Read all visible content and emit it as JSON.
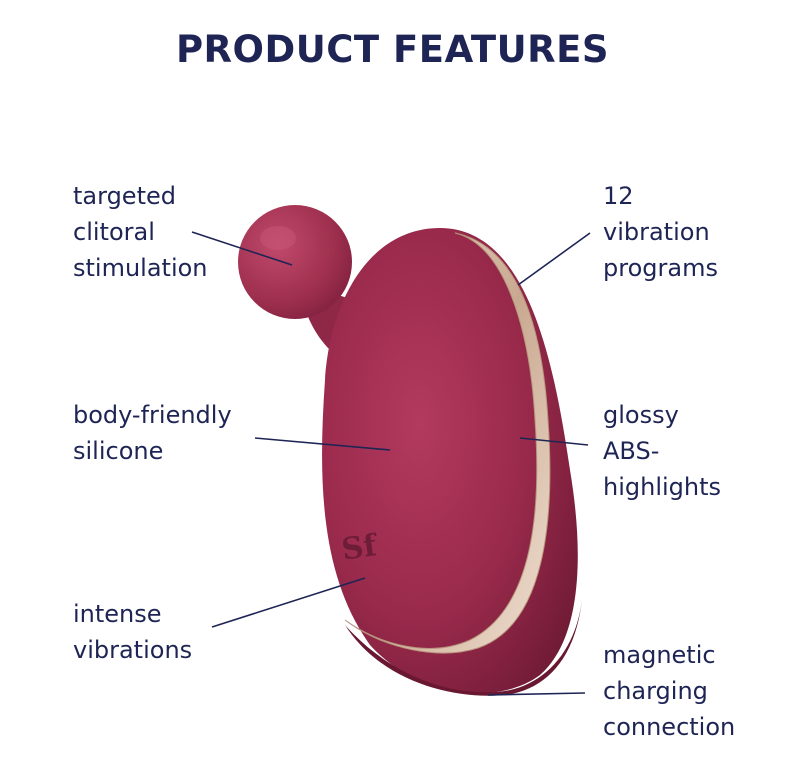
{
  "title": "PRODUCT FEATURES",
  "features": {
    "targeted": [
      "targeted",
      "clitoral",
      "stimulation"
    ],
    "programs": [
      "12",
      "vibration",
      "programs"
    ],
    "silicone": [
      "body-friendly",
      "silicone"
    ],
    "abs": [
      "glossy",
      "ABS-",
      "highlights"
    ],
    "vibrations": [
      "intense",
      "vibrations"
    ],
    "charging": [
      "magnetic",
      "charging",
      "connection"
    ]
  },
  "product": {
    "logo_text": "Sf",
    "body_color": "#9c2a4e",
    "highlight_color": "#d9bba8",
    "line_color": "#1e2555"
  }
}
